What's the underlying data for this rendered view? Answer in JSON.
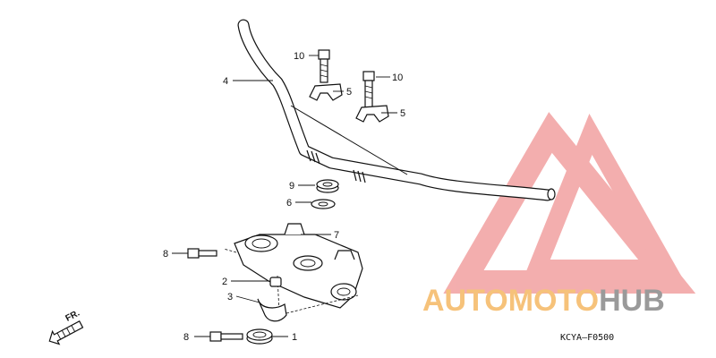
{
  "diagram": {
    "part_labels": [
      {
        "id": "p1",
        "text": "1"
      },
      {
        "id": "p2",
        "text": "2"
      },
      {
        "id": "p3",
        "text": "3"
      },
      {
        "id": "p4",
        "text": "4"
      },
      {
        "id": "p5a",
        "text": "5"
      },
      {
        "id": "p5b",
        "text": "5"
      },
      {
        "id": "p6",
        "text": "6"
      },
      {
        "id": "p7",
        "text": "7"
      },
      {
        "id": "p8a",
        "text": "8"
      },
      {
        "id": "p8b",
        "text": "8"
      },
      {
        "id": "p9",
        "text": "9"
      },
      {
        "id": "p10a",
        "text": "10"
      },
      {
        "id": "p10b",
        "text": "10"
      }
    ],
    "direction_label": "FR.",
    "diagram_code": "KCYA—F0500"
  },
  "watermark": {
    "text_part1": "AUTO",
    "text_part2": "MOTO",
    "text_part3": "HUB",
    "colors": {
      "logo_red": "#f2a0a0",
      "text_orange": "#f6c27a",
      "text_gray": "#9a9a9a"
    }
  }
}
